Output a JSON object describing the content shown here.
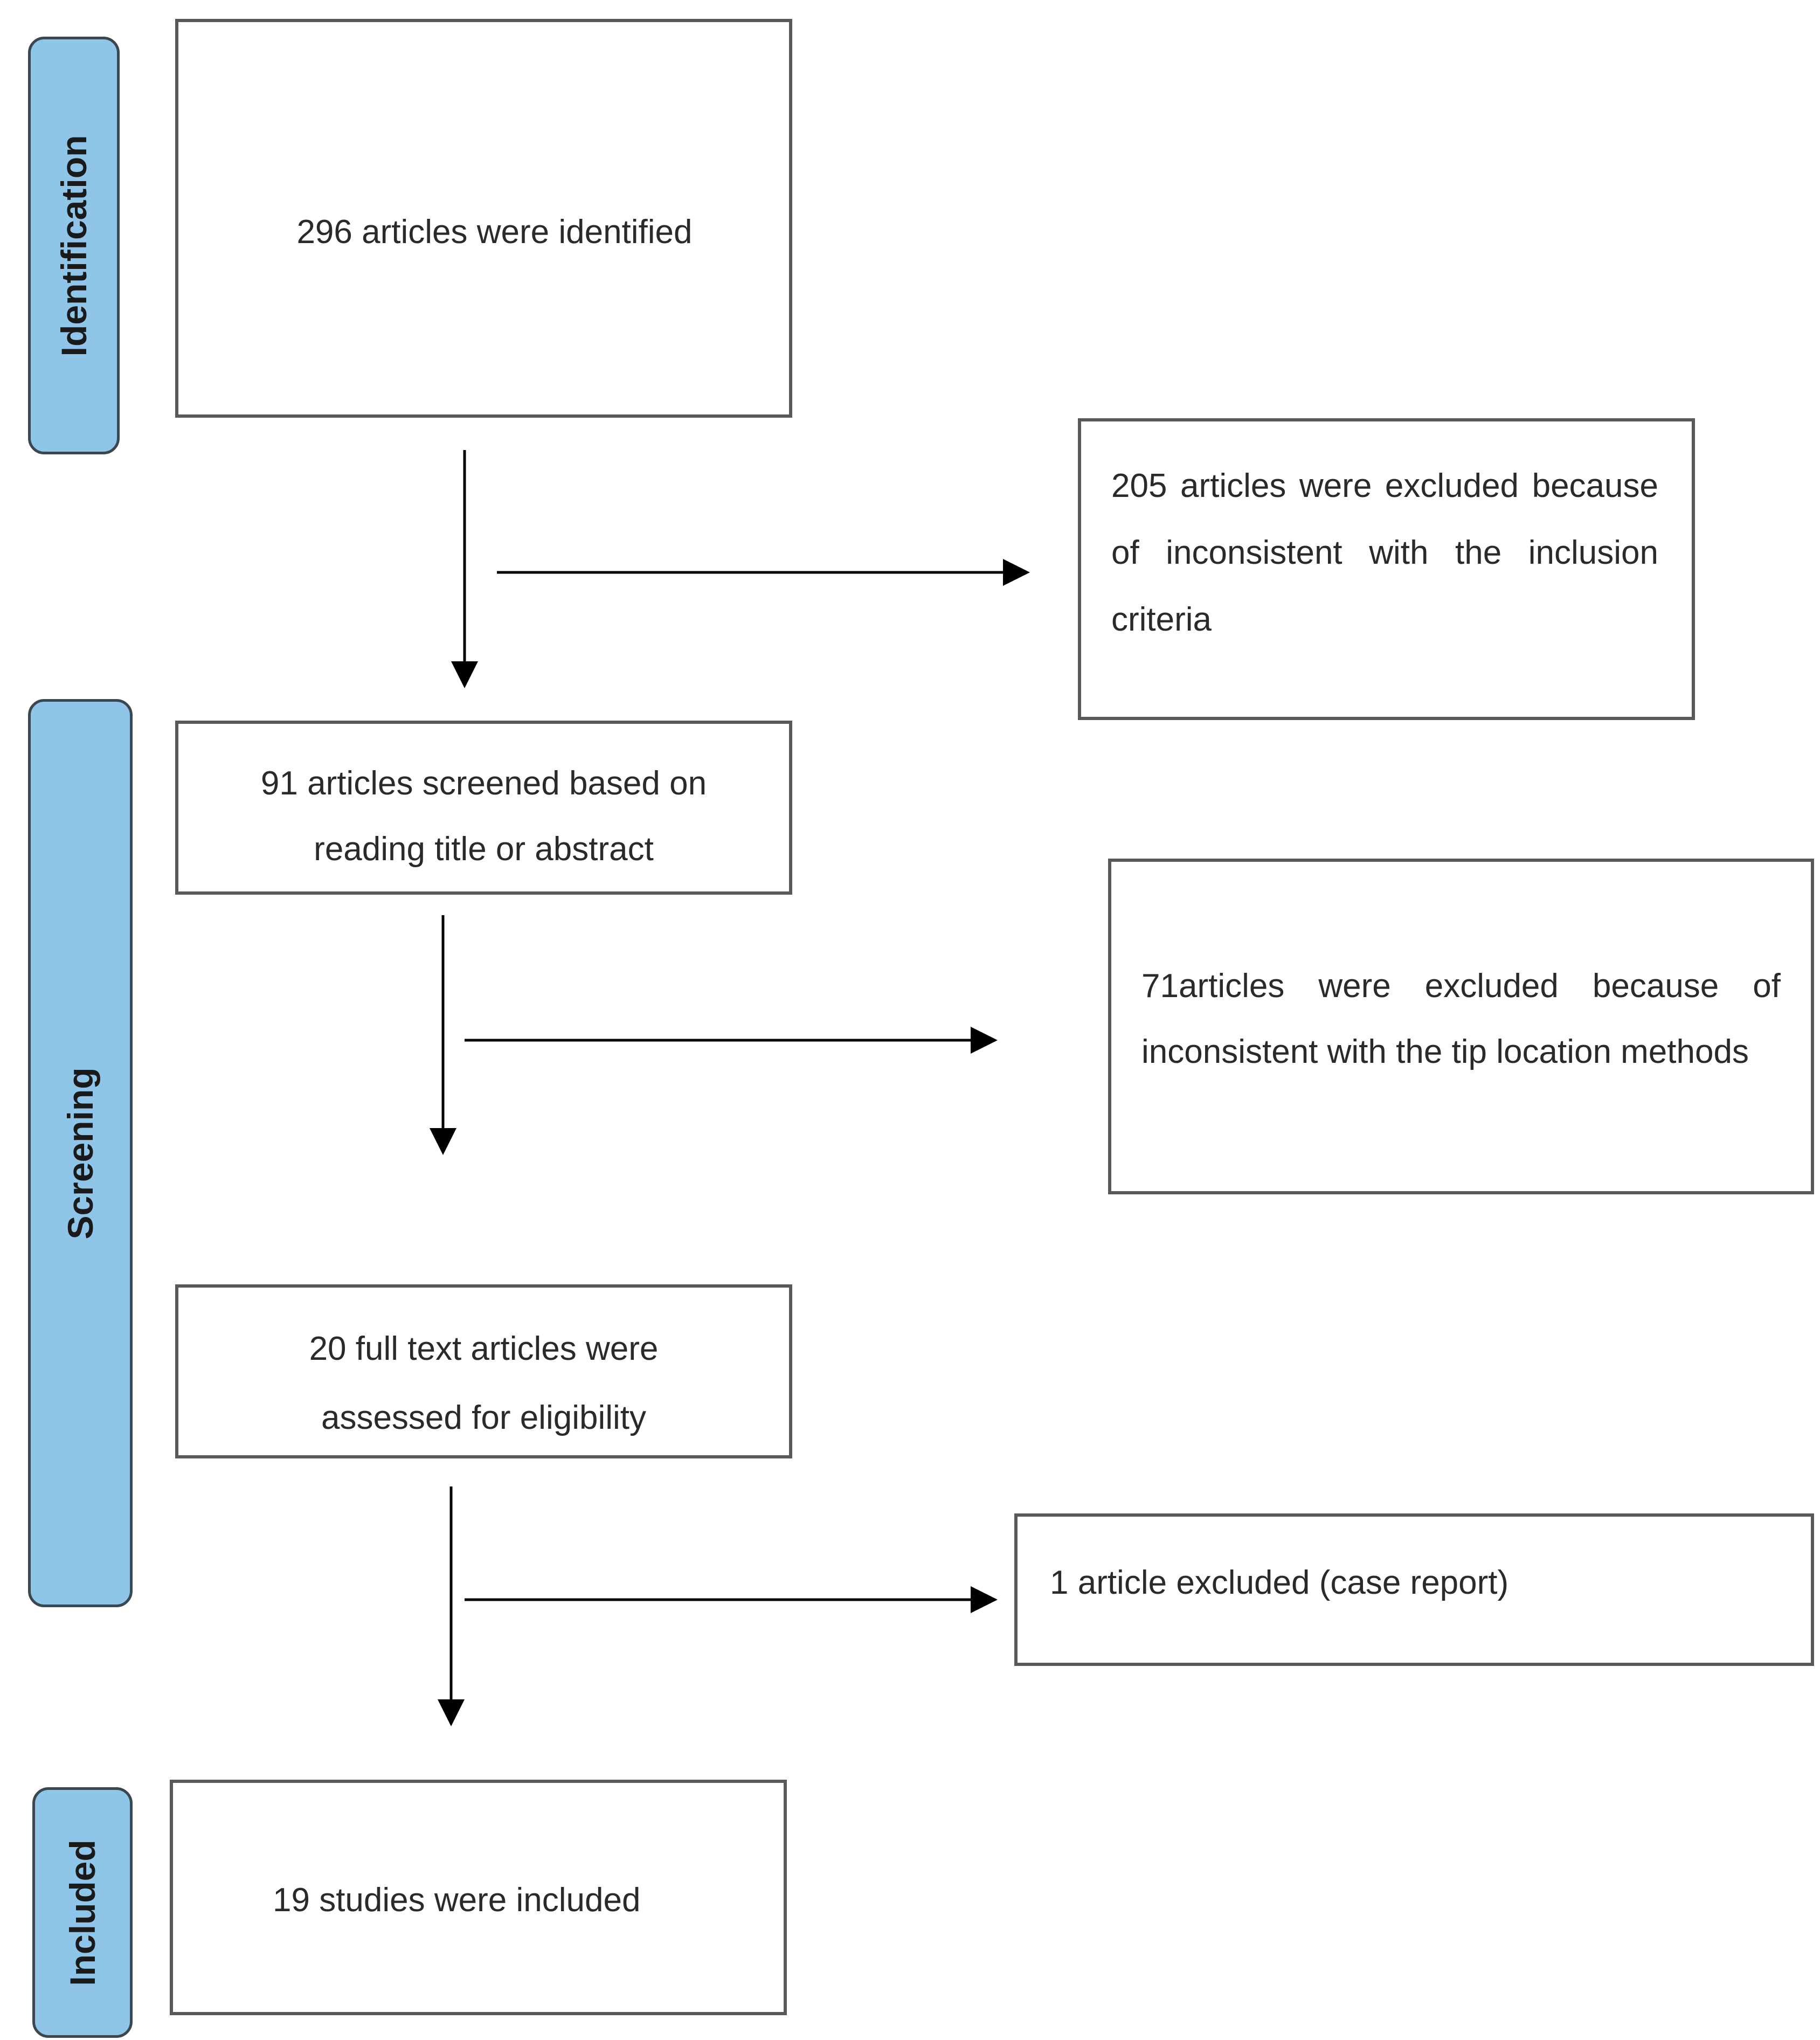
{
  "phases": {
    "identification": "Identification",
    "screening": "Screening",
    "included": "Included"
  },
  "boxes": {
    "identified": "296 articles were identified",
    "excluded_inclusion": "205 articles were excluded because of inconsistent with the inclusion criteria",
    "screened": "91 articles screened based on reading title or abstract",
    "excluded_tip": "71articles were excluded because of inconsistent with the tip location methods",
    "full_text": "20 full text articles were assessed for eligibility",
    "excluded_case": "1 article excluded (case report)",
    "included": "19 studies were included"
  },
  "colors": {
    "phase_fill": "#8ec5e8",
    "box_border": "#595959",
    "arrow": "#000000"
  }
}
